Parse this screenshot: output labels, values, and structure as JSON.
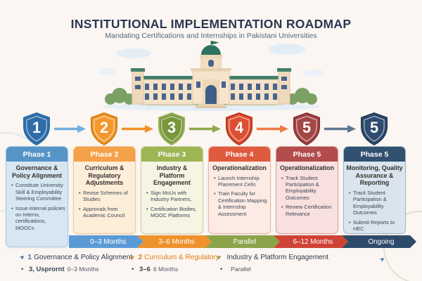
{
  "header": {
    "title": "INSTITUTIONAL IMPLEMENTATION ROADMAP",
    "subtitle": "Mandating Certifications and Internships in Pakistani Universities"
  },
  "illustration": {
    "name": "university-building-with-pakistani-flag"
  },
  "phases": [
    {
      "number": "1",
      "label": "Phase 1",
      "title": "Governance & Policy Alignment",
      "bullets": [
        "Constitute University Skill & Employability Steering Committee",
        "Issue internal policies on Interns, certifications, MOOCs"
      ],
      "header_color": "#5694c7",
      "card_bg": "#d6e7f2",
      "border_color": "#a6c9e0",
      "shield_fill": "#2d6da8",
      "shield_stroke": "#1f5档88"
    },
    {
      "number": "2",
      "label": "Phase 2",
      "title": "Curriculum & Regulatory Adjustments",
      "bullets": [
        "Revise Schemes of Studies",
        "Approvals from Academic Council"
      ],
      "header_color": "#f5a149",
      "card_bg": "#fdeeda",
      "border_color": "#f3c68f",
      "shield_fill": "#f2982e",
      "shield_stroke": "#d97f15"
    },
    {
      "number": "3",
      "label": "Phase 3",
      "title": "Industry & Platform Engagement",
      "bullets": [
        "Sign MoUs with Industry Partners,",
        "Certification Bodies, MOOC Platforms"
      ],
      "header_color": "#9eb554",
      "card_bg": "#f6f5e4",
      "border_color": "#ccd5a4",
      "shield_fill": "#78983c",
      "shield_stroke": "#9ab45e"
    },
    {
      "number": "4",
      "label": "Phase 4",
      "title": "Operationalization",
      "bullets": [
        "Launch Internship Placement Cells",
        "Train Faculty for Certification Mapping & Internship Assessment"
      ],
      "header_color": "#e05a3e",
      "card_bg": "#fcebe4",
      "border_color": "#eeb3a0",
      "shield_fill": "#dd4f33",
      "shield_stroke": "#b83a20"
    },
    {
      "number": "5",
      "label": "Phase 5",
      "title": "Operationalization",
      "bullets": [
        "Track Student Participation & Employability Outcomes",
        "Review Certification Relevance"
      ],
      "header_color": "#b34c4c",
      "card_bg": "#f8e0de",
      "border_color": "#d9a3a0",
      "shield_fill": "#a34646",
      "shield_stroke": "#8a3434"
    },
    {
      "number": "5",
      "label": "Phase 5",
      "title": "Monitoring, Quality Assurance & Reporting",
      "bullets": [
        "Track Student Participation & Employability Outcomes",
        "Submit Reports to HEC"
      ],
      "header_color": "#32506f",
      "card_bg": "#d9e4ee",
      "border_color": "#a3b9cf",
      "shield_fill": "#2f4b6e",
      "shield_stroke": "#243c59"
    }
  ],
  "connectors": [
    {
      "color": "#6fb0e0"
    },
    {
      "color": "#f0922b"
    },
    {
      "color": "#8fa84e"
    },
    {
      "color": "#ef7b46"
    },
    {
      "color": "#5d7793"
    }
  ],
  "timeline": [
    {
      "label": "0–3 Months",
      "color": "#5b9bd5"
    },
    {
      "label": "3–6 Months",
      "color": "#ef922d"
    },
    {
      "label": "Parallel",
      "color": "#8ba349"
    },
    {
      "label": "6–12 Months",
      "color": "#cf4334"
    },
    {
      "label": "Ongoing",
      "color": "#2e4a6b"
    }
  ],
  "legend": {
    "row1": [
      {
        "num": "1",
        "label": "Governance & Policy Alignment",
        "icon_color": "#3a6ea8",
        "num_color": "#3a6ea8",
        "label_color": "#2b3753"
      },
      {
        "num": "2",
        "label": "Currculum & Regulatory",
        "icon_color": "#e8891d",
        "num_color": "#e07a1a",
        "label_color": "#e07a1a"
      },
      {
        "num": "",
        "label": "Industry & Platform Engagement",
        "icon_color": "#7f9d3e",
        "num_color": "#2f3b4a",
        "label_color": "#2f3b4a"
      },
      {
        "num": "",
        "label": "",
        "icon_color": "#3a6ea8",
        "num_color": "#2f3b4a",
        "label_color": "#2f3b4a"
      }
    ],
    "row2": [
      {
        "bold": "3, Usprornt",
        "rest": "0–3 Months"
      },
      {
        "bold": "3–6",
        "rest": "6 Months"
      },
      {
        "bold": "",
        "rest": "Parallel"
      }
    ]
  }
}
